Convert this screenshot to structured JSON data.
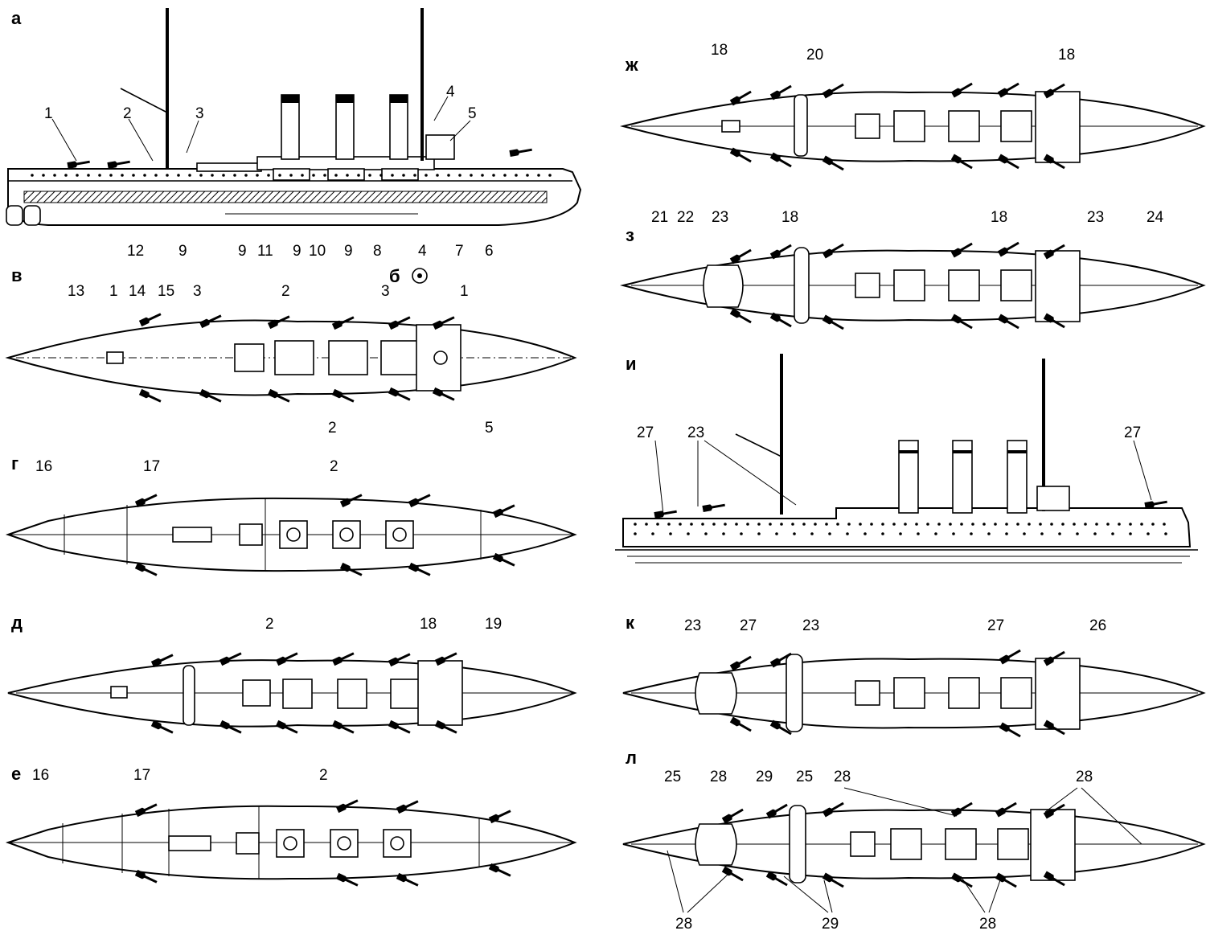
{
  "panels": {
    "a": "а",
    "b": "б",
    "v": "в",
    "g": "г",
    "d": "д",
    "e": "е",
    "zh": "ж",
    "z": "з",
    "i": "и",
    "k": "к",
    "l": "л"
  },
  "callouts": {
    "a": [
      "1",
      "2",
      "3",
      "4",
      "5",
      "12",
      "9",
      "9",
      "11",
      "9",
      "10",
      "9",
      "8",
      "4",
      "7",
      "6"
    ],
    "v": [
      "13",
      "1",
      "14",
      "15",
      "3",
      "2",
      "3",
      "1",
      "2",
      "5"
    ],
    "g": [
      "16",
      "17",
      "2"
    ],
    "d": [
      "2",
      "18",
      "19"
    ],
    "e": [
      "16",
      "17",
      "2"
    ],
    "zh": [
      "18",
      "20",
      "18"
    ],
    "z": [
      "21",
      "22",
      "23",
      "18",
      "18",
      "23",
      "24"
    ],
    "i": [
      "27",
      "23",
      "27"
    ],
    "k": [
      "23",
      "27",
      "23",
      "27",
      "26"
    ],
    "l": [
      "25",
      "28",
      "29",
      "25",
      "28",
      "28",
      "28",
      "29",
      "28"
    ]
  }
}
